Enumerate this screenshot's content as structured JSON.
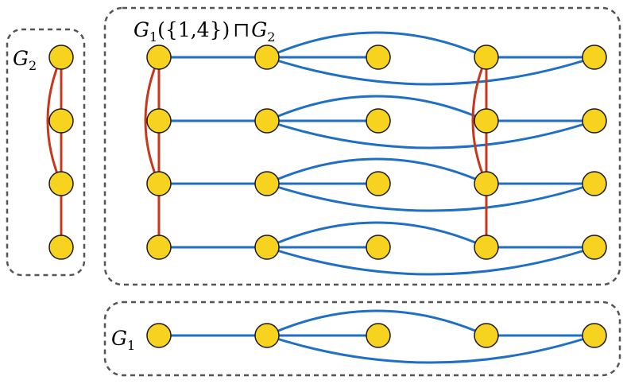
{
  "labels": {
    "g2": {
      "base": "G",
      "sub": "2"
    },
    "product": {
      "g1": "G",
      "g1_sub": "1",
      "set": "({1,4})",
      "op": "⊓",
      "g2": "G",
      "g2_sub": "2"
    },
    "g1": {
      "base": "G",
      "sub": "1"
    }
  },
  "colors": {
    "node_fill": "#f7d21e",
    "node_stroke": "#1a1a1a",
    "blue_edge": "#1f6fc5",
    "red_edge": "#c8361b",
    "box_border": "#555555"
  },
  "graphs": {
    "g1": {
      "nodes": 5,
      "edges": [
        [
          1,
          2
        ],
        [
          2,
          3
        ],
        [
          2,
          4
        ],
        [
          2,
          5
        ],
        [
          4,
          5
        ]
      ]
    },
    "g2": {
      "nodes": 4,
      "edges": [
        [
          1,
          2
        ],
        [
          2,
          3
        ],
        [
          3,
          4
        ],
        [
          1,
          3
        ]
      ]
    },
    "product_root_set": [
      1,
      4
    ]
  }
}
